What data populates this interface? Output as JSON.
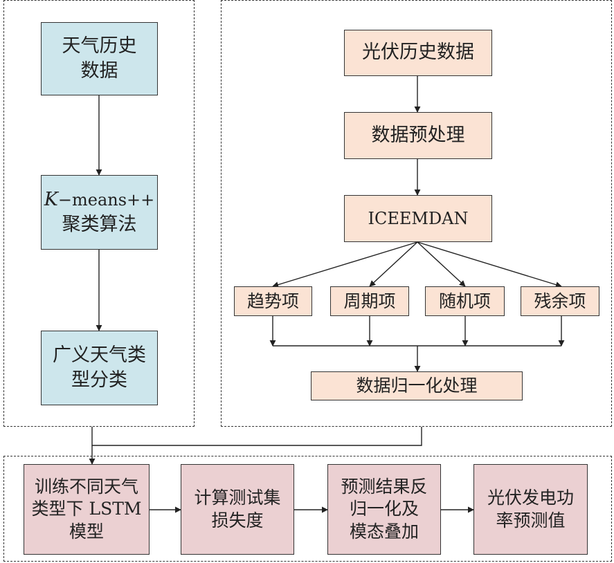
{
  "weather_history": [
    "天气历史",
    "数据"
  ],
  "kmeans": {
    "k": "K",
    "rest": "−means++",
    "line2": "聚类算法"
  },
  "weather_types": [
    "广义天气类",
    "型分类"
  ],
  "pv_history": "光伏历史数据",
  "preprocess": "数据预处理",
  "iceemdan": "ICEEMDAN",
  "components": {
    "trend": "趋势项",
    "period": "周期项",
    "random": "随机项",
    "residual": "残余项"
  },
  "normalize": "数据归一化处理",
  "lstm": [
    "训练不同天气",
    "类型下 LSTM",
    "模型"
  ],
  "loss": [
    "计算测试集",
    "损失度"
  ],
  "denorm": [
    "预测结果反",
    "归一化及",
    "模态叠加"
  ],
  "result": [
    "光伏发电功",
    "率预测值"
  ]
}
